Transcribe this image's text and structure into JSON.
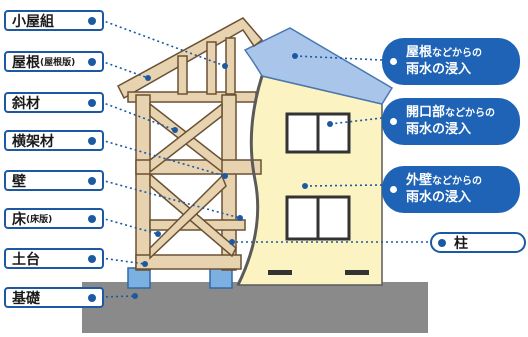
{
  "labels": {
    "koyagumi": "小屋組",
    "yane": "屋根",
    "yane_sub": "(屋根版)",
    "shazai": "斜材",
    "yokokazai": "横架材",
    "kabe": "壁",
    "yuka": "床",
    "yuka_sub": "(床版)",
    "dodai": "土台",
    "kiso": "基礎",
    "hashira": "柱"
  },
  "callouts": {
    "roof": {
      "main": "屋根",
      "small": "などからの",
      "line2": "雨水の浸入"
    },
    "opening": {
      "main": "開口部",
      "small": "などからの",
      "line2": "雨水の浸入"
    },
    "wall": {
      "main": "外壁",
      "small": "などからの",
      "line2": "雨水の浸入"
    }
  },
  "colors": {
    "accent_blue": "#1e63b5",
    "frame_wood": "#e8d3b0",
    "frame_stroke": "#6b5133",
    "roof_blue": "#a9c6ea",
    "wall_cream": "#fbf3c2",
    "foundation_gray": "#8a8a8a"
  }
}
